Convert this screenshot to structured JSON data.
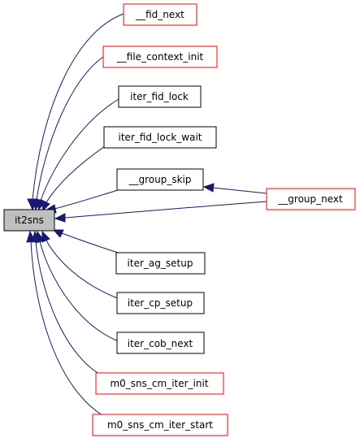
{
  "graph": {
    "center": {
      "label": "it2sns",
      "fill": "#bfbfbf",
      "stroke": "#000000"
    },
    "edge_color": "#191970",
    "legend_colors": {
      "documented": "#000000",
      "undocumented": "#ff0000"
    },
    "callers": [
      {
        "label": "__fid_next",
        "status": "undocumented"
      },
      {
        "label": "__file_context_init",
        "status": "undocumented"
      },
      {
        "label": "iter_fid_lock",
        "status": "documented"
      },
      {
        "label": "iter_fid_lock_wait",
        "status": "documented"
      },
      {
        "label": "__group_skip",
        "status": "documented"
      },
      {
        "label": "iter_ag_setup",
        "status": "documented"
      },
      {
        "label": "iter_cp_setup",
        "status": "documented"
      },
      {
        "label": "iter_cob_next",
        "status": "documented"
      },
      {
        "label": "m0_sns_cm_iter_init",
        "status": "undocumented"
      },
      {
        "label": "m0_sns_cm_iter_start",
        "status": "undocumented"
      }
    ],
    "second_level": [
      {
        "label": "__group_next",
        "status": "undocumented",
        "calls": [
          "__group_skip",
          "it2sns"
        ]
      }
    ]
  }
}
